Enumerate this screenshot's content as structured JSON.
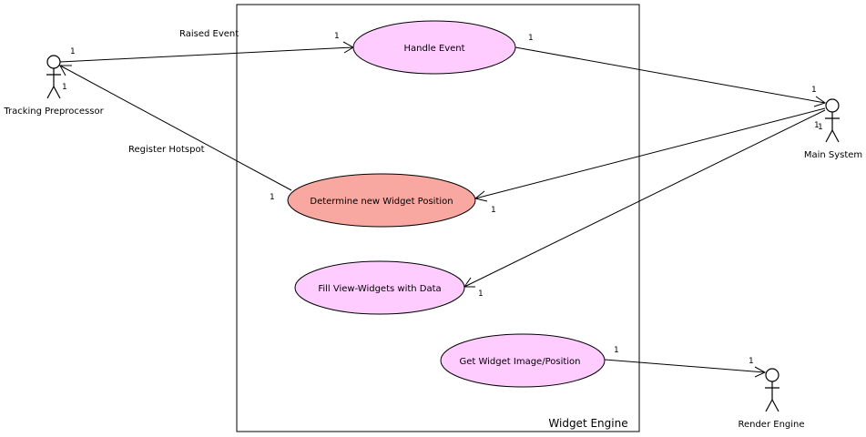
{
  "diagram": {
    "system": {
      "title": "Widget Engine"
    },
    "actors": {
      "tracking": {
        "name": "Tracking Preprocessor"
      },
      "main": {
        "name": "Main System"
      },
      "render": {
        "name": "Render Engine"
      }
    },
    "use_cases": {
      "handle_event": {
        "label": "Handle Event",
        "fill": "#ffccff"
      },
      "determine_position": {
        "label": "Determine new Widget Position",
        "fill": "#f8a8a0"
      },
      "fill_widgets": {
        "label": "Fill View-Widgets with Data",
        "fill": "#ffccff"
      },
      "get_image": {
        "label": "Get Widget Image/Position",
        "fill": "#ffccff"
      }
    },
    "associations": {
      "raised_event": {
        "label": "Raised Event",
        "mult_actor": "1",
        "mult_usecase": "1"
      },
      "register_hotspot": {
        "label": "Register Hotspot",
        "mult_actor": "1",
        "mult_usecase": "1"
      },
      "main_handle": {
        "mult_actor": "1",
        "mult_usecase": "1"
      },
      "main_determine": {
        "mult_actor": "1",
        "mult_usecase": "1"
      },
      "main_fill": {
        "mult_actor": "1",
        "mult_usecase": "1"
      },
      "render_get": {
        "mult_actor": "1",
        "mult_usecase": "1"
      }
    },
    "colors": {
      "use_case_default": "#ffccff",
      "use_case_highlight": "#f8a8a0",
      "stroke": "#000000"
    }
  }
}
